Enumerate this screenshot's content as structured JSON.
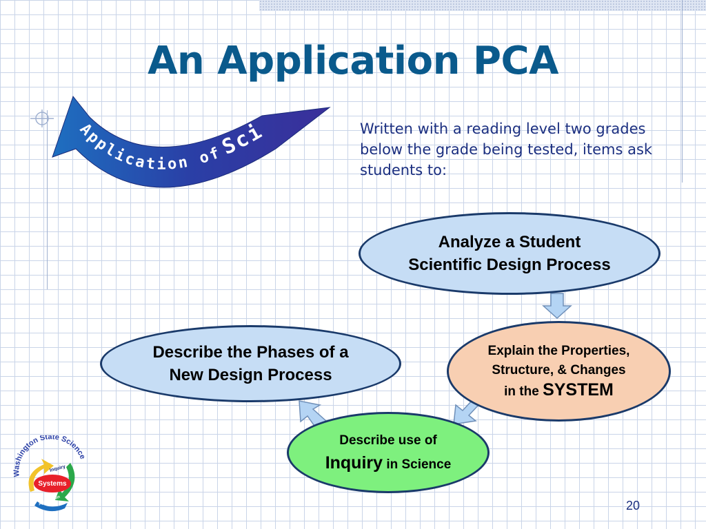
{
  "slide": {
    "title": "An Application PCA",
    "intro_text": "Written with a reading level two grades below the grade being tested, items ask students to:",
    "page_number": "20"
  },
  "logo_arrow": {
    "word_application": "Application of",
    "word_science": "Science"
  },
  "process": {
    "analyze": {
      "line1": "Analyze a Student",
      "line2": "Scientific Design Process"
    },
    "describe": {
      "line1": "Describe the Phases of a",
      "line2": "New Design Process"
    },
    "explain": {
      "line1": "Explain the Properties,",
      "line2": "Structure, & Changes",
      "line3_prefix": "in the",
      "line3_emphasis": "SYSTEM"
    },
    "inquiry": {
      "line1": "Describe use of",
      "line2_emphasis": "Inquiry",
      "line2_suffix": "in Science"
    }
  },
  "wss_logo": {
    "ring_text": "Washington State Science",
    "inner_top": "Inquiry",
    "inner_center": "Systems",
    "inner_bottom": "Application"
  },
  "colors": {
    "title": "#0a5a8c",
    "body_text": "#1b2f80",
    "oval_blue": "#c6ddf5",
    "oval_peach": "#f8cfb2",
    "oval_green": "#7ef07e",
    "logo_arrow_blue": "#2a3fa6"
  }
}
